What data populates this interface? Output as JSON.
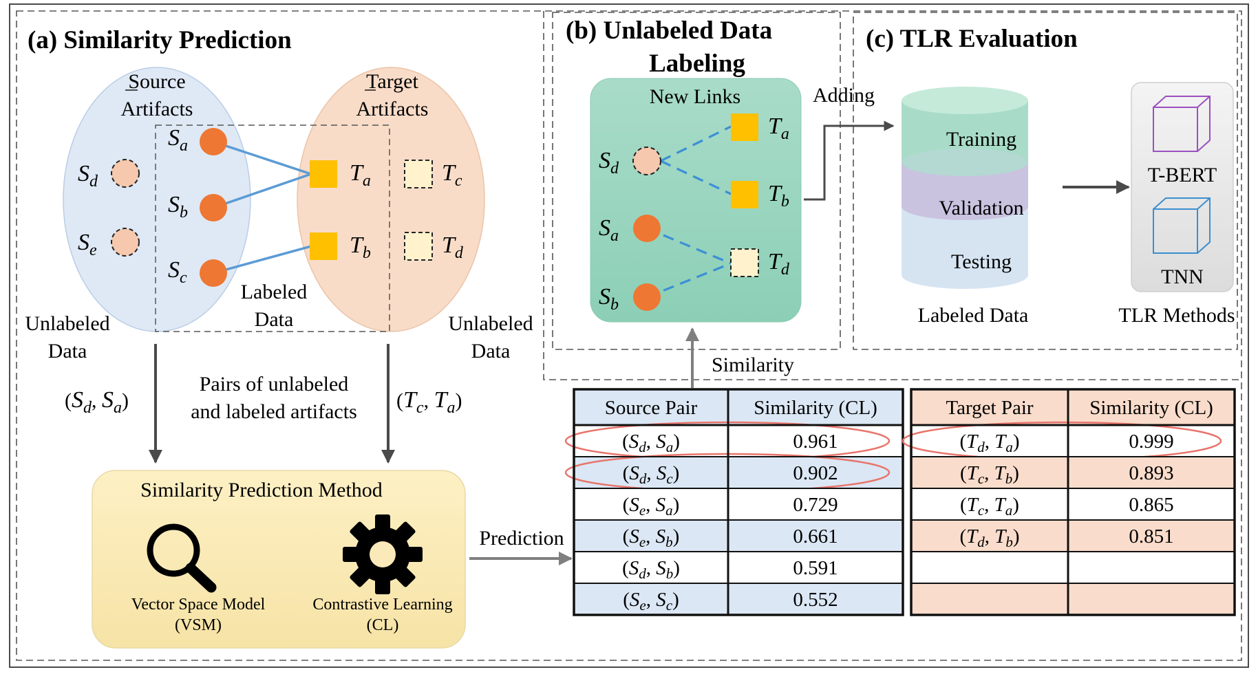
{
  "panels": {
    "a": {
      "title": "(a) Similarity Prediction"
    },
    "b": {
      "title_line1": "(b) Unlabeled Data",
      "title_line2": "Labeling"
    },
    "c": {
      "title": "(c) TLR Evaluation"
    }
  },
  "sets": {
    "source_line1": "Source",
    "source_line2": "Artifacts",
    "target_line1": "Target",
    "target_line2": "Artifacts",
    "labeled_line1": "Labeled",
    "labeled_line2": "Data",
    "unlabeled_line1": "Unlabeled",
    "unlabeled_line2": "Data"
  },
  "nodes": {
    "source": [
      {
        "base": "S",
        "sub": "d",
        "style": "unlabeled"
      },
      {
        "base": "S",
        "sub": "e",
        "style": "unlabeled"
      },
      {
        "base": "S",
        "sub": "a",
        "style": "labeled"
      },
      {
        "base": "S",
        "sub": "b",
        "style": "labeled"
      },
      {
        "base": "S",
        "sub": "c",
        "style": "labeled"
      }
    ],
    "target": [
      {
        "base": "T",
        "sub": "a",
        "style": "labeled"
      },
      {
        "base": "T",
        "sub": "b",
        "style": "labeled"
      },
      {
        "base": "T",
        "sub": "c",
        "style": "unlabeled"
      },
      {
        "base": "T",
        "sub": "d",
        "style": "unlabeled"
      }
    ]
  },
  "flow": {
    "left_pair": {
      "open": "(",
      "a": "S",
      "a_sub": "d",
      "sep": ", ",
      "b": "S",
      "b_sub": "a",
      "close": ")"
    },
    "right_pair": {
      "open": "(",
      "a": "T",
      "a_sub": "c",
      "sep": ", ",
      "b": "T",
      "b_sub": "a",
      "close": ")"
    },
    "pairs_line1": "Pairs of unlabeled",
    "pairs_line2": "and labeled artifacts",
    "prediction": "Prediction",
    "similarity": "Similarity",
    "adding": "Adding"
  },
  "method": {
    "title": "Similarity Prediction Method",
    "vsm_line1": "Vector Space Model",
    "vsm_line2": "(VSM)",
    "cl_line1": "Contrastive Learning",
    "cl_line2": "(CL)",
    "vsm_icon": "search-icon",
    "cl_icon": "gear-icon"
  },
  "new_links": {
    "title": "New Links",
    "left": [
      {
        "base": "S",
        "sub": "d"
      },
      {
        "base": "S",
        "sub": "a"
      },
      {
        "base": "S",
        "sub": "b"
      }
    ],
    "right": [
      {
        "base": "T",
        "sub": "a"
      },
      {
        "base": "T",
        "sub": "b"
      },
      {
        "base": "T",
        "sub": "d"
      }
    ]
  },
  "dataset": {
    "training": "Training",
    "validation": "Validation",
    "testing": "Testing",
    "caption": "Labeled Data"
  },
  "methods": {
    "items": [
      "T-BERT",
      "TNN"
    ],
    "caption": "TLR Methods"
  },
  "source_table": {
    "headers": [
      "Source Pair",
      "Similarity (CL)"
    ],
    "rows": [
      {
        "a": "S",
        "a_sub": "d",
        "b": "S",
        "b_sub": "a",
        "value": "0.961",
        "highlight": true
      },
      {
        "a": "S",
        "a_sub": "d",
        "b": "S",
        "b_sub": "c",
        "value": "0.902",
        "highlight": true
      },
      {
        "a": "S",
        "a_sub": "e",
        "b": "S",
        "b_sub": "a",
        "value": "0.729",
        "highlight": false
      },
      {
        "a": "S",
        "a_sub": "e",
        "b": "S",
        "b_sub": "b",
        "value": "0.661",
        "highlight": false
      },
      {
        "a": "S",
        "a_sub": "d",
        "b": "S",
        "b_sub": "b",
        "value": "0.591",
        "highlight": false
      },
      {
        "a": "S",
        "a_sub": "e",
        "b": "S",
        "b_sub": "c",
        "value": "0.552",
        "highlight": false
      }
    ]
  },
  "target_table": {
    "headers": [
      "Target Pair",
      "Similarity (CL)"
    ],
    "rows": [
      {
        "a": "T",
        "a_sub": "d",
        "b": "T",
        "b_sub": "a",
        "value": "0.999",
        "highlight": true
      },
      {
        "a": "T",
        "a_sub": "c",
        "b": "T",
        "b_sub": "b",
        "value": "0.893",
        "highlight": false
      },
      {
        "a": "T",
        "a_sub": "c",
        "b": "T",
        "b_sub": "a",
        "value": "0.865",
        "highlight": false
      },
      {
        "a": "T",
        "a_sub": "d",
        "b": "T",
        "b_sub": "b",
        "value": "0.851",
        "highlight": false
      },
      {
        "a": "",
        "a_sub": "",
        "b": "",
        "b_sub": "",
        "value": "",
        "highlight": false
      },
      {
        "a": "",
        "a_sub": "",
        "b": "",
        "b_sub": "",
        "value": "",
        "highlight": false
      }
    ]
  },
  "colors": {
    "source_set": "#dfe9f5",
    "target_set": "#f8dcc8",
    "source_node": "#ee7733",
    "unlabeled_node": "#f6c8ae",
    "target_node": "#ffc000",
    "target_unlabeled": "#fff2cc",
    "link": "#5b9bd5",
    "new_links_bg": "#9fd8c4",
    "method_bg": "#fdf0c4",
    "training": "#a8dcc8",
    "validation": "#c9c3e0",
    "testing": "#d6e4f2",
    "table_blue": "#dbe7f4",
    "table_peach": "#f9dccb",
    "highlight": "#e8746b",
    "tbert": "#9b4fc1",
    "tnn": "#3a8fd0"
  }
}
